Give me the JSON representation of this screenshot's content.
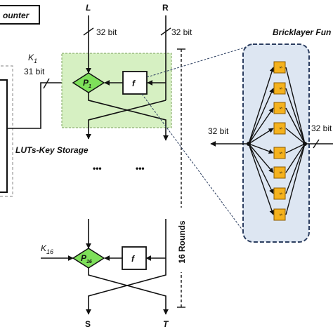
{
  "labels": {
    "counter": "ounter",
    "L": "L",
    "R": "R",
    "bit32_L": "32 bit",
    "bit32_R": "32 bit",
    "K1": "K",
    "K1_sub": "1",
    "bit31": "31 bit",
    "P1": "P",
    "P1_sub": "1",
    "f1": "f",
    "luts": "LUTs-Key Storage",
    "dots_left": "•••",
    "dots_right": "•••",
    "rounds": "16 Rounds",
    "K16": "K",
    "K16_sub": "16",
    "P16": "P",
    "P16_sub": "16",
    "f16": "f",
    "S": "S",
    "T": "T",
    "bricklayer_title": "Bricklayer Fun",
    "in_32bit": "32 bit",
    "out_32bit": "32 bit",
    "sbox_label": "s"
  },
  "sbox_count": 8,
  "colors": {
    "green_fill": "#d6f0c2",
    "green_stroke": "#7aa05a",
    "diamond_fill": "#7ee05a",
    "panel_fill": "#dde6f2",
    "panel_stroke": "#2c3e60",
    "sbox_fill": "#f5b21d",
    "sbox_stroke": "#8a5b00"
  }
}
